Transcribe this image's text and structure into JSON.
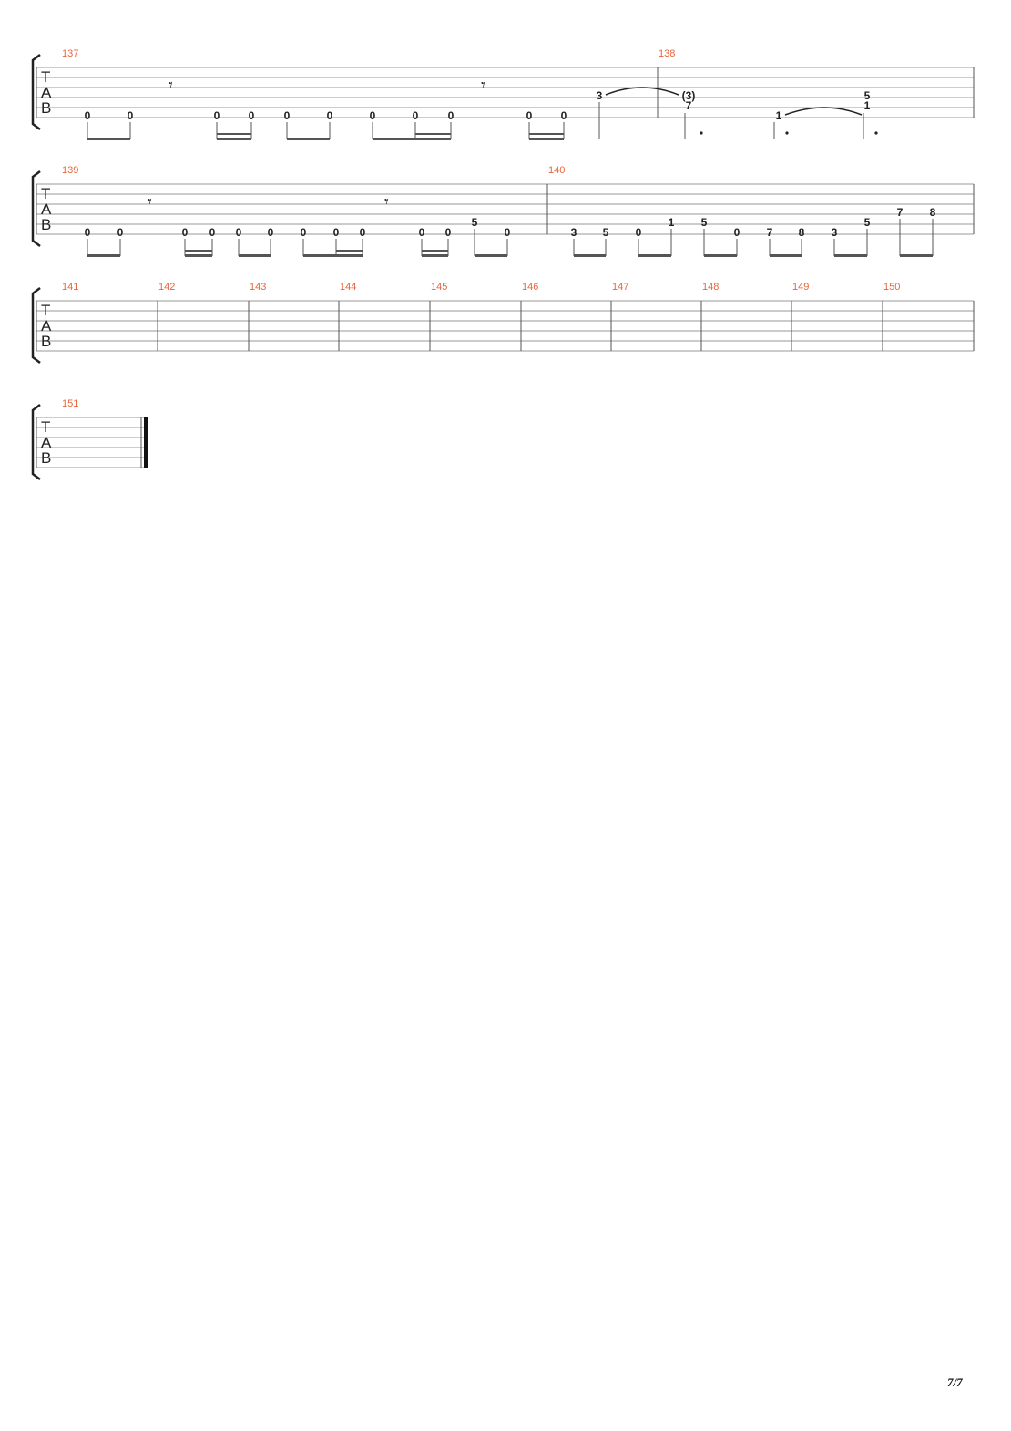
{
  "page": {
    "number": "7/7"
  },
  "tab_clef": [
    "T",
    "A",
    "B"
  ],
  "systems": [
    {
      "measures": [
        {
          "number": "137",
          "notes": [
            {
              "fret": "0"
            },
            {
              "fret": "0"
            },
            {
              "fret": "0"
            },
            {
              "fret": "0"
            },
            {
              "fret": "0"
            },
            {
              "fret": "0"
            },
            {
              "fret": "0"
            },
            {
              "fret": "0"
            },
            {
              "fret": "0"
            },
            {
              "fret": "0"
            },
            {
              "fret": "0"
            },
            {
              "fret": "3"
            }
          ],
          "rests": [
            "eighth-rest",
            "eighth-rest"
          ]
        },
        {
          "number": "138",
          "notes": [
            {
              "fret": "(3)"
            },
            {
              "fret": "7"
            },
            {
              "fret": "1"
            },
            {
              "fret": "5"
            },
            {
              "fret": "1"
            }
          ]
        }
      ]
    },
    {
      "measures": [
        {
          "number": "139",
          "notes": [
            {
              "fret": "0"
            },
            {
              "fret": "0"
            },
            {
              "fret": "0"
            },
            {
              "fret": "0"
            },
            {
              "fret": "0"
            },
            {
              "fret": "0"
            },
            {
              "fret": "0"
            },
            {
              "fret": "0"
            },
            {
              "fret": "0"
            },
            {
              "fret": "0"
            },
            {
              "fret": "0"
            },
            {
              "fret": "5"
            },
            {
              "fret": "0"
            }
          ],
          "rests": [
            "eighth-rest",
            "eighth-rest"
          ]
        },
        {
          "number": "140",
          "notes": [
            {
              "fret": "3"
            },
            {
              "fret": "5"
            },
            {
              "fret": "0"
            },
            {
              "fret": "1"
            },
            {
              "fret": "5"
            },
            {
              "fret": "0"
            },
            {
              "fret": "7"
            },
            {
              "fret": "8"
            },
            {
              "fret": "3"
            },
            {
              "fret": "5"
            },
            {
              "fret": "7"
            },
            {
              "fret": "8"
            }
          ]
        }
      ]
    },
    {
      "measures": [
        {
          "number": "141"
        },
        {
          "number": "142"
        },
        {
          "number": "143"
        },
        {
          "number": "144"
        },
        {
          "number": "145"
        },
        {
          "number": "146"
        },
        {
          "number": "147"
        },
        {
          "number": "148"
        },
        {
          "number": "149"
        },
        {
          "number": "150"
        }
      ]
    },
    {
      "measures": [
        {
          "number": "151"
        }
      ]
    }
  ]
}
